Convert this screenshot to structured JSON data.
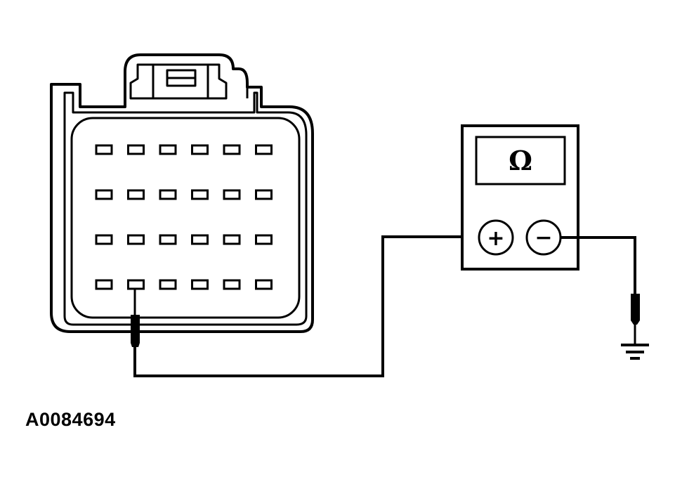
{
  "figure_id": "A0084694",
  "meter": {
    "display_symbol": "Ω",
    "positive_label": "+",
    "negative_label": "−"
  },
  "connector": {
    "rows": 4,
    "columns": 6,
    "probed_terminal": {
      "row": 4,
      "column": 2
    }
  },
  "colors": {
    "ink": "#000000",
    "paper": "#ffffff"
  }
}
